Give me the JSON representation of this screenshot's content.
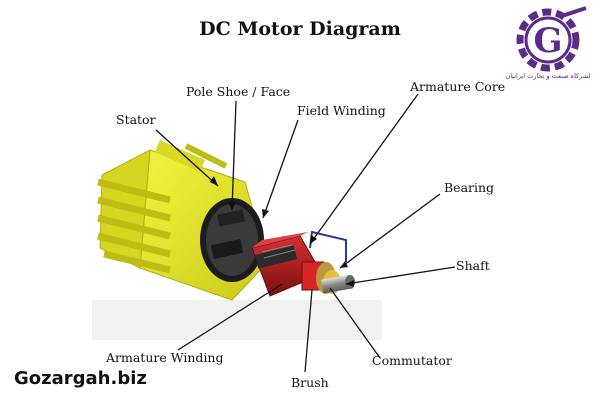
{
  "title": "DC Motor Diagram",
  "watermark": "Gozargah.biz",
  "logo": {
    "letter": "G",
    "caption": "لشرکاه صنعت و تجارت ایرانیان",
    "color": "#5b2b8a"
  },
  "labels": {
    "stator": "Stator",
    "pole_shoe": "Pole Shoe / Face",
    "field_winding": "Field Winding",
    "armature_core": "Armature Core",
    "bearing": "Bearing",
    "shaft": "Shaft",
    "armature_winding": "Armature Winding",
    "commutator": "Commutator",
    "brush": "Brush"
  },
  "colors": {
    "stator": "#e5e52a",
    "armature_core": "#b51f1f",
    "brush": "#d82525",
    "winding": "#2d3a8c",
    "shaft": "#9a9a9a"
  }
}
